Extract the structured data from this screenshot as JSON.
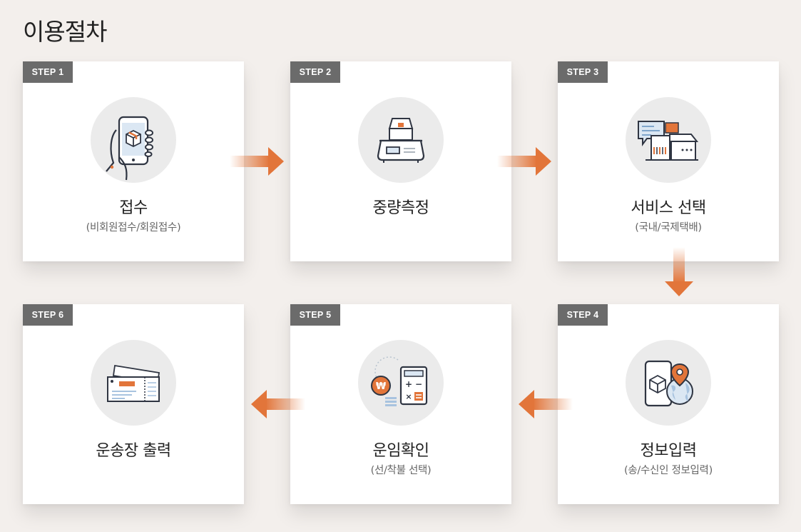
{
  "page": {
    "title": "이용절차"
  },
  "steps": [
    {
      "badge": "STEP 1",
      "title": "접수",
      "subtitle": "(비회원접수/회원접수)",
      "icon": "mobile-box-icon"
    },
    {
      "badge": "STEP 2",
      "title": "중량측정",
      "subtitle": "",
      "icon": "scale-icon"
    },
    {
      "badge": "STEP 3",
      "title": "서비스 선택",
      "subtitle": "(국내/국제택배)",
      "icon": "service-select-icon"
    },
    {
      "badge": "STEP 4",
      "title": "정보입력",
      "subtitle": "(송/수신인 정보입력)",
      "icon": "location-globe-icon"
    },
    {
      "badge": "STEP 5",
      "title": "운임확인",
      "subtitle": "(선/착불 선택)",
      "icon": "calculator-icon"
    },
    {
      "badge": "STEP 6",
      "title": "운송장 출력",
      "subtitle": "",
      "icon": "waybill-icon"
    }
  ],
  "colors": {
    "accent": "#e2753a",
    "badge": "#6b6b6b",
    "background": "#f3efec"
  }
}
